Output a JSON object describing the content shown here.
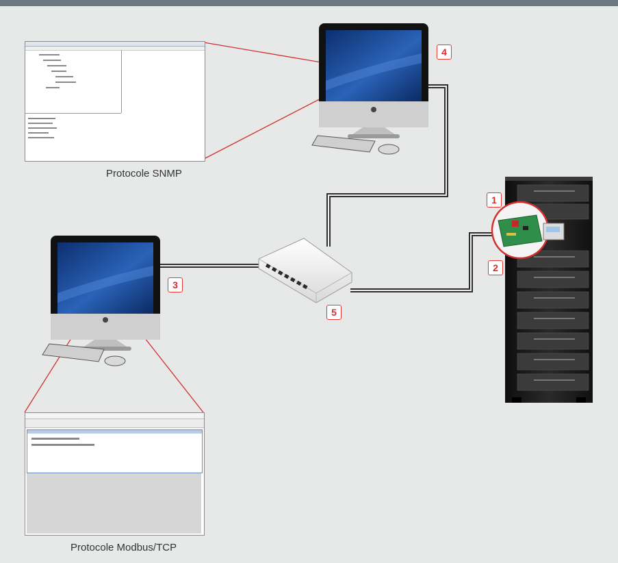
{
  "captions": {
    "snmp": "Protocole SNMP",
    "modbus": "Protocole Modbus/TCP"
  },
  "badges": {
    "b1": "1",
    "b2": "2",
    "b3": "3",
    "b4": "4",
    "b5": "5"
  },
  "colors": {
    "background": "#e7e8e8",
    "topbar": "#6e7881",
    "callout_line": "#d32f2f",
    "badge_text": "#d32f2f",
    "cable": "#333333",
    "screen_blue": "#1f4f9e"
  },
  "icons": [
    "monitor-icon",
    "keyboard-icon",
    "mouse-icon",
    "network-switch-icon",
    "ups-cabinet-icon",
    "network-card-icon"
  ]
}
